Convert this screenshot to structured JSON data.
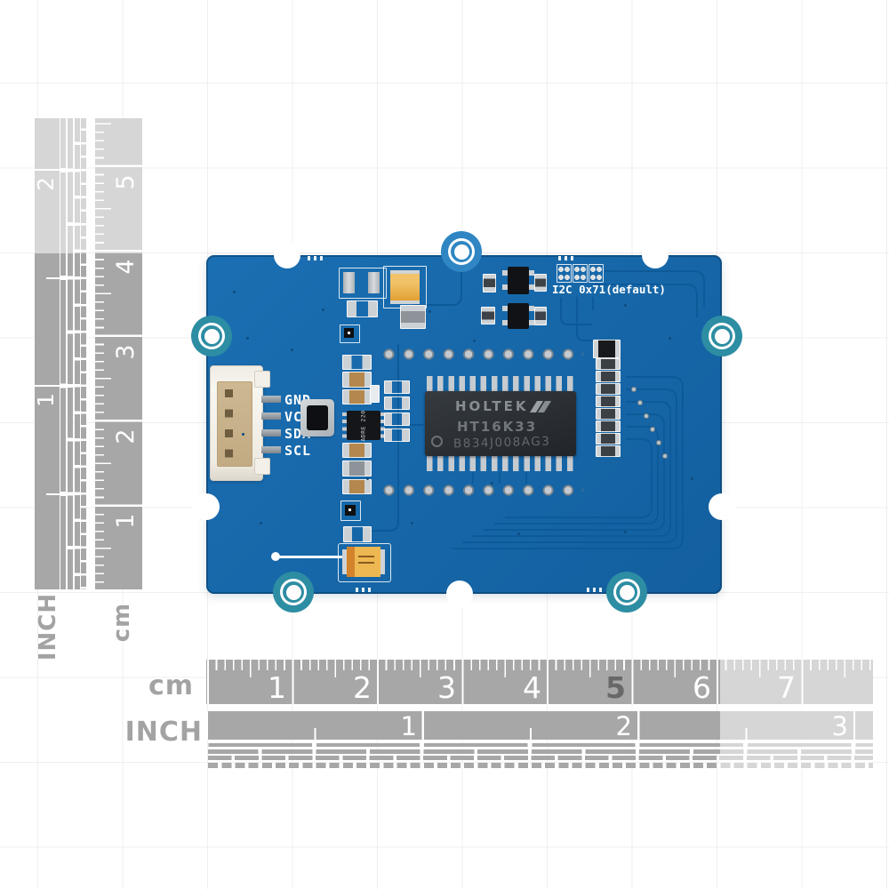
{
  "scene": {
    "background_color": "#ffffff",
    "board_color": "#1467ab",
    "hole_ring_color": "#2d8da3"
  },
  "board": {
    "i2c_address_label": "I2C 0x71(default)",
    "pin_labels": [
      "GND",
      "VCC",
      "SDA",
      "SCL"
    ],
    "main_ic": {
      "brand": "HOLTEK",
      "part_number": "HT16K33",
      "batch_code": "B834J008AG3"
    },
    "small_ic_label": "ADRE 220"
  },
  "rulers": {
    "left_inch": {
      "unit_label": "INCH",
      "numbers": [
        "2",
        "1"
      ]
    },
    "left_cm": {
      "unit_label": "cm",
      "numbers": [
        "5",
        "4",
        "3",
        "2",
        "1"
      ]
    },
    "bottom_cm": {
      "unit_label": "cm",
      "numbers": [
        "1",
        "2",
        "3",
        "4",
        "5",
        "6",
        "7"
      ]
    },
    "bottom_inch": {
      "unit_label": "INCH",
      "numbers": [
        "1",
        "2",
        "3"
      ]
    }
  }
}
